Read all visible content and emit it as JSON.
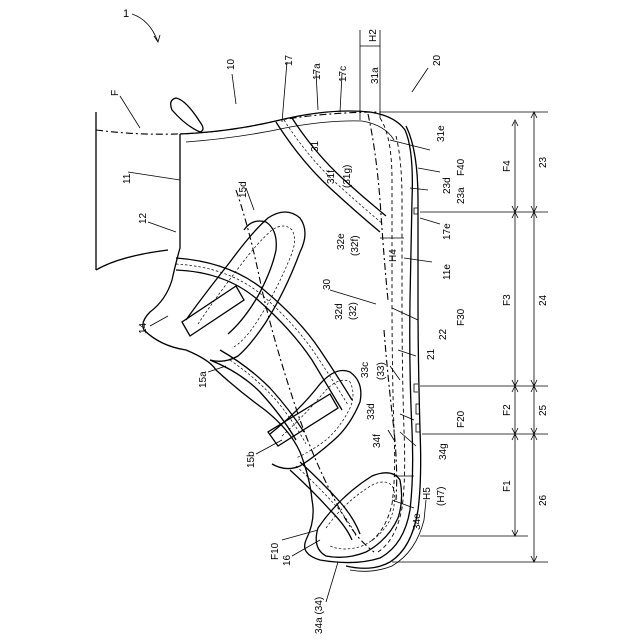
{
  "figure_number": "1",
  "labels": {
    "l10": "10",
    "l11": "11",
    "l12": "12",
    "l14": "14",
    "l15a": "15a",
    "l15b": "15b",
    "l15d": "15d",
    "l16": "16",
    "l17": "17",
    "l17a": "17a",
    "l17c": "17c",
    "l17e": "17e",
    "lF": "F",
    "l20": "20",
    "l21": "21",
    "l22": "22",
    "l23": "23",
    "l23a": "23a",
    "l23d": "23d",
    "l24": "24",
    "l25": "25",
    "l26": "26",
    "l11e": "11e",
    "l30": "30",
    "l31": "31",
    "l31a": "31a",
    "l31e": "31e",
    "l31f": "31f",
    "l31g": "(31g)",
    "l32d": "32d",
    "l32": "(32)",
    "l32e": "32e",
    "l32f": "(32f)",
    "l33": "(33)",
    "l33c": "33c",
    "l33d": "33d",
    "l34a": "34a (34)",
    "l34e": "34e",
    "l34f": "34f",
    "l34g": "34g",
    "lF1": "F1",
    "lF2": "F2",
    "lF3": "F3",
    "lF4": "F4",
    "lF10": "F10",
    "lF20": "F20",
    "lF30": "F30",
    "lF40": "F40",
    "lH2": "H2",
    "lH4": "H4",
    "lH5": "H5",
    "lH7": "(H7)"
  }
}
